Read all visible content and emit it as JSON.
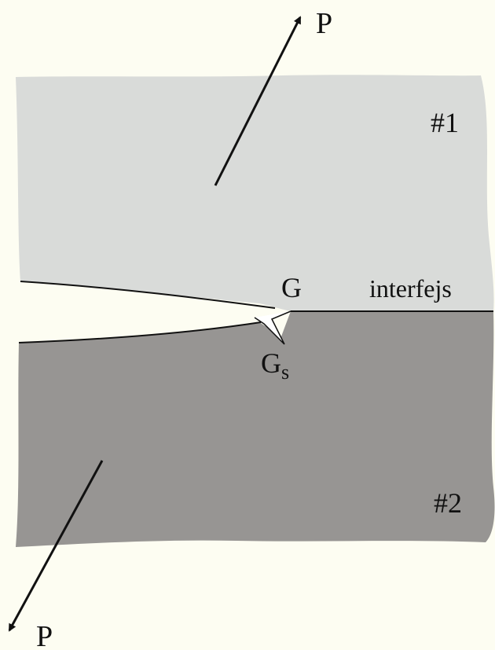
{
  "labels": {
    "force_top": "P",
    "force_bottom": "P",
    "material_1": "#1",
    "material_2": "#2",
    "crack_tip": "G",
    "secondary_crack": "G",
    "secondary_crack_subscript": "s",
    "interface": "interfejs"
  },
  "colors": {
    "background": "#fdfdf2",
    "material_1_fill": "#d9dbd9",
    "material_2_fill": "#979593",
    "lines": "#111111"
  }
}
